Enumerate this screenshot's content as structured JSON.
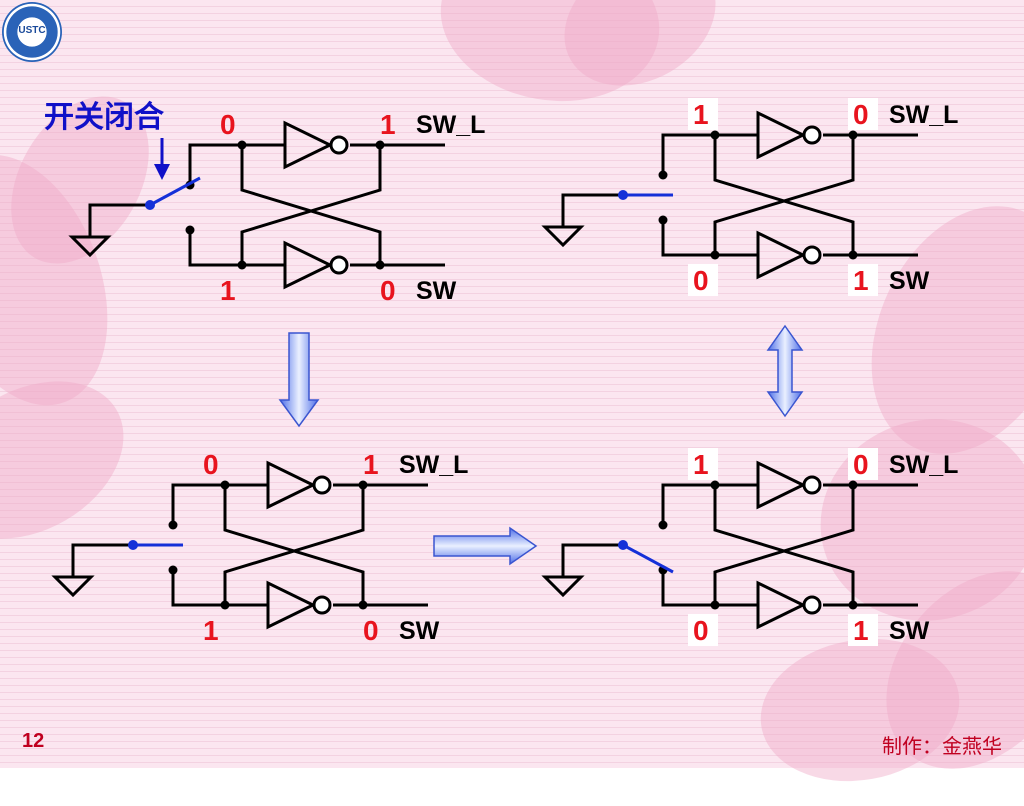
{
  "slide": {
    "page_number": "12",
    "author": "制作：金燕华"
  },
  "logo": {
    "text": "USTC"
  },
  "callout": {
    "text": "开关闭合"
  },
  "circuits": [
    {
      "id": "top-left",
      "q_top": "0",
      "q_top_out": "1",
      "q_bottom": "1",
      "q_bottom_out": "0",
      "label_top": "SW_L",
      "label_bottom": "SW",
      "value_color": "#e8141e",
      "switch": "closed-top"
    },
    {
      "id": "top-right",
      "q_top": "1",
      "q_top_out": "0",
      "q_bottom": "0",
      "q_bottom_out": "1",
      "label_top": "SW_L",
      "label_bottom": "SW",
      "value_color": "#0a8a2a",
      "switch": "open"
    },
    {
      "id": "bottom-left",
      "q_top": "0",
      "q_top_out": "1",
      "q_bottom": "1",
      "q_bottom_out": "0",
      "label_top": "SW_L",
      "label_bottom": "SW",
      "value_color": "#e8141e",
      "switch": "open"
    },
    {
      "id": "bottom-right",
      "q_top": "1",
      "q_top_out": "0",
      "q_bottom": "0",
      "q_bottom_out": "1",
      "label_top": "SW_L",
      "label_bottom": "SW",
      "value_color": "#0a8a2a",
      "switch": "closed-bottom"
    }
  ],
  "arrows": [
    {
      "id": "arrow-down",
      "direction": "down"
    },
    {
      "id": "arrow-right",
      "direction": "right"
    },
    {
      "id": "arrow-updown",
      "direction": "up-down"
    }
  ],
  "colors": {
    "switch_blue": "#1530d8",
    "arrow_fill": "#8fa6f5",
    "value_red": "#e8141e",
    "value_green": "#0a8a2a"
  }
}
